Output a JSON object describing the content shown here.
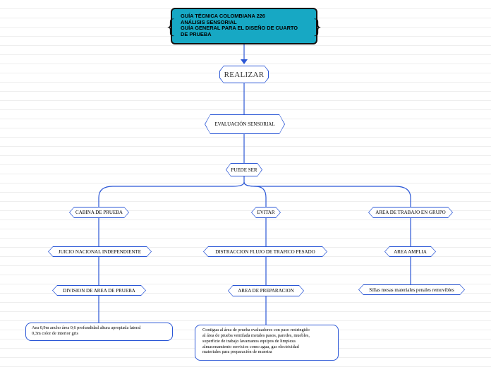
{
  "title": {
    "line1": "GUÍA TÉCNICA COLOMBIANA 226",
    "line2": "ANÁLISIS SENSORIAL",
    "line3": "GUÍA GENERAL PARA EL DISEÑO DE CUARTO",
    "line4": "DE PRUEBA"
  },
  "nodes": {
    "realizar": "REALIZAR",
    "evaluacion": "EVALUACIÓN SENSORIAL",
    "puede_ser": "PUEDE SER",
    "cabina": "CABINA DE PRUEBA",
    "evitar": "EVITAR",
    "area_grupo": "AREA DE TRABAJO EN GRUPO",
    "juicio": "JUICIO NACIONAL INDEPENDIENTE",
    "division": "DIVISION DE AREA DE PRUEBA",
    "distraccion": "DISTRACCION  FLUJO DE TRAFICO PESADO",
    "area_prep": "AREA DE PREPARACION",
    "area_amplia": "AREA AMPLIA",
    "sillas": "Sillas mesas materiales  penales removibles",
    "cabina_detail_1": "Aea 0,9m ancho área 0,6 profundidad altura apropiada lateral",
    "cabina_detail_2": "0,3m color de interior gris",
    "prep_detail_1": "Contigua al área de prueba evaluadores con paso restringido",
    "prep_detail_2": "al área de prueba ventilada  metales pasos, paredes, muebles,",
    "prep_detail_3": "superficie de trabajo lavamanos equipos de limpieza",
    "prep_detail_4": "almacenamiento servicios como agua, gas electricidad",
    "prep_detail_5": "materiales para preparación  de muestra"
  },
  "colors": {
    "connector": "#2b57d6",
    "main_fill": "#17a8c4",
    "main_border": "#111111"
  }
}
